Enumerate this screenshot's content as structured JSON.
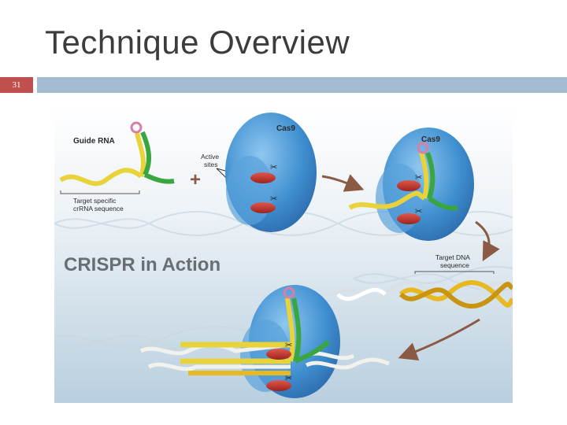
{
  "slide": {
    "title": "Technique Overview",
    "number": "31"
  },
  "figure": {
    "guide_rna_label": "Guide RNA",
    "target_specific_label": "Target specific crRNA sequence",
    "target_specific_line1": "Target specific",
    "target_specific_line2": "crRNA sequence",
    "active_sites_line1": "Active",
    "active_sites_line2": "sites",
    "cas9_label_1": "Cas9",
    "cas9_label_2": "Cas9",
    "plus_sign": "+",
    "heading": "CRISPR in Action",
    "target_dna_line1": "Target DNA",
    "target_dna_line2": "sequence",
    "colors": {
      "cas9_blue": "#3f8fd0",
      "rna_yellow": "#e8d43a",
      "rna_green": "#3aa63f",
      "active_site_red": "#c8352e",
      "arrow_brown": "#8a5a44",
      "heading_gray": "#6a6e74"
    }
  }
}
